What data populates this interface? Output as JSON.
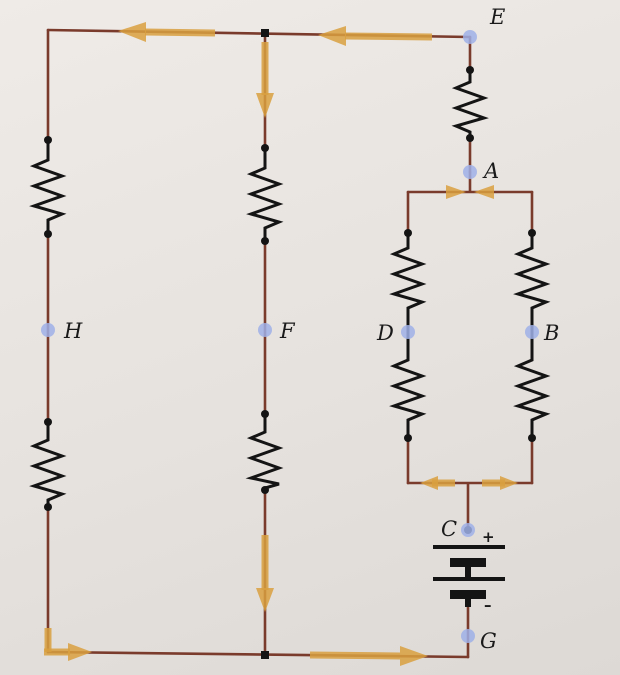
{
  "nodes": {
    "E": "E",
    "A": "A",
    "H": "H",
    "F": "F",
    "D": "D",
    "B": "B",
    "C": "C",
    "G": "G"
  },
  "battery": {
    "positive": "+",
    "negative": "–"
  },
  "colors": {
    "wire": "#7a3b2c",
    "arrow": "#d9a040",
    "node": "#9fb0e8",
    "resistor": "#141414"
  },
  "icons": {
    "resistor": "resistor-zigzag-icon",
    "battery": "battery-cell-icon",
    "current": "current-arrow-icon"
  }
}
